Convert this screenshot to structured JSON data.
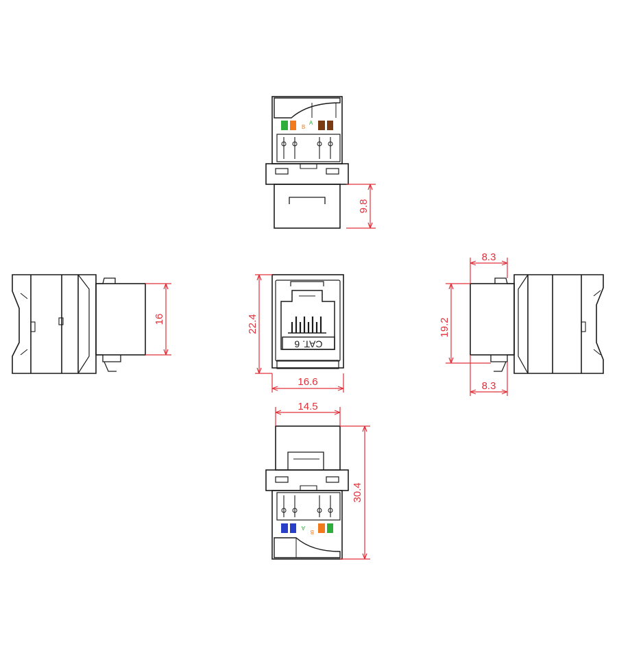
{
  "colors": {
    "line": "#1a1a1a",
    "dimension": "#e0303a",
    "background": "#ffffff",
    "wire_green": "#2fae3c",
    "wire_orange": "#f07a1c",
    "wire_brown": "#7a3a12",
    "wire_blue": "#2a3fc8"
  },
  "top_view": {
    "dim_height": "9.8",
    "pin_labels": {
      "b": "B",
      "a": "A"
    }
  },
  "left_view": {
    "dim_height": "16"
  },
  "front_view": {
    "dim_height": "22.4",
    "dim_width": "16.6",
    "label": "CAT. 6"
  },
  "right_view": {
    "dim_top": "8.3",
    "dim_height": "19.2",
    "dim_bottom": "8.3"
  },
  "bottom_view": {
    "dim_width": "14.5",
    "dim_height": "30.4",
    "pin_labels": {
      "a": "A",
      "b": "B"
    }
  }
}
